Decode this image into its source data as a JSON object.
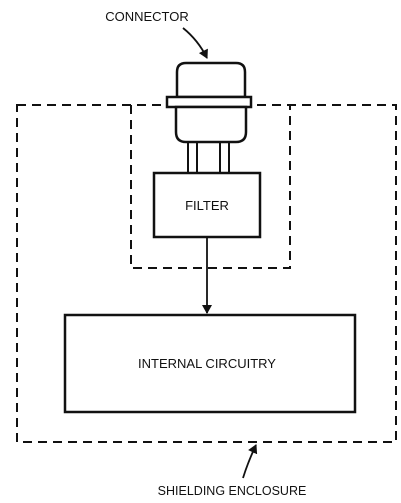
{
  "labels": {
    "connector": "CONNECTOR",
    "filter": "FILTER",
    "internal_circuitry": "INTERNAL CIRCUITRY",
    "shielding_enclosure": "SHIELDING ENCLOSURE"
  },
  "colors": {
    "line": "#111111",
    "background": "#ffffff"
  }
}
